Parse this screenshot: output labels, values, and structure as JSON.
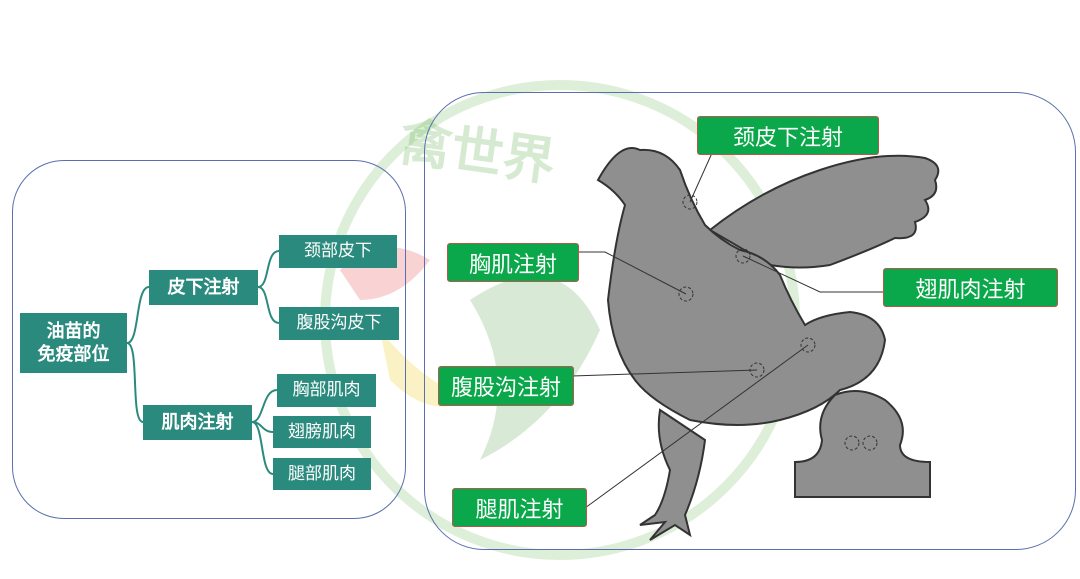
{
  "watermark": {
    "title": "禽世界",
    "subtitle": "POULTRY WORLD"
  },
  "mindmap": {
    "root": "油苗的\n免疫部位",
    "branches": [
      {
        "label": "皮下注射",
        "children": [
          "颈部皮下",
          "腹股沟皮下"
        ]
      },
      {
        "label": "肌肉注射",
        "children": [
          "胸部肌肉",
          "翅膀肌肉",
          "腿部肌肉"
        ]
      }
    ]
  },
  "chicken_labels": {
    "neck": "颈皮下注射",
    "chest": "胸肌注射",
    "wing": "翅肌肉注射",
    "groin": "腹股沟注射",
    "leg": "腿肌注射"
  },
  "colors": {
    "teal": "#2b8a7e",
    "green": "#0aa84a",
    "panel_border": "#5a6fae"
  }
}
